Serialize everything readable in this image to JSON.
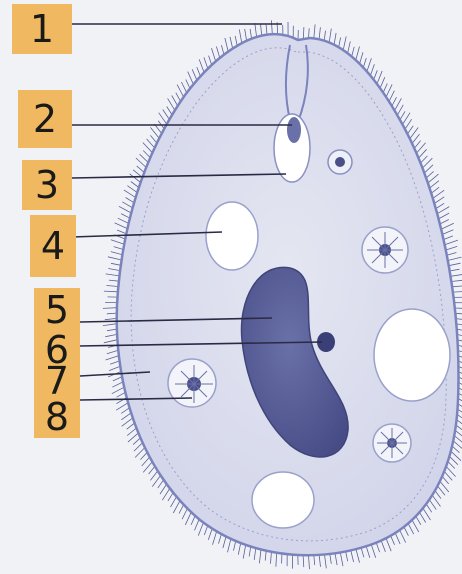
{
  "figure": {
    "labels": [
      "1",
      "2",
      "3",
      "4",
      "5",
      "6",
      "7",
      "8"
    ]
  },
  "colors": {
    "background": "#f1f2f5",
    "cell_outline": "#7b83bd",
    "cilia": "#5a5f9a",
    "cytoplasm": "#dfe1ef",
    "macronucleus": "#565b95",
    "micronucleus": "#3a3f78",
    "vacuole": "#ffffff",
    "label_box": "#f0b860",
    "leader_line": "#2a2a45"
  }
}
